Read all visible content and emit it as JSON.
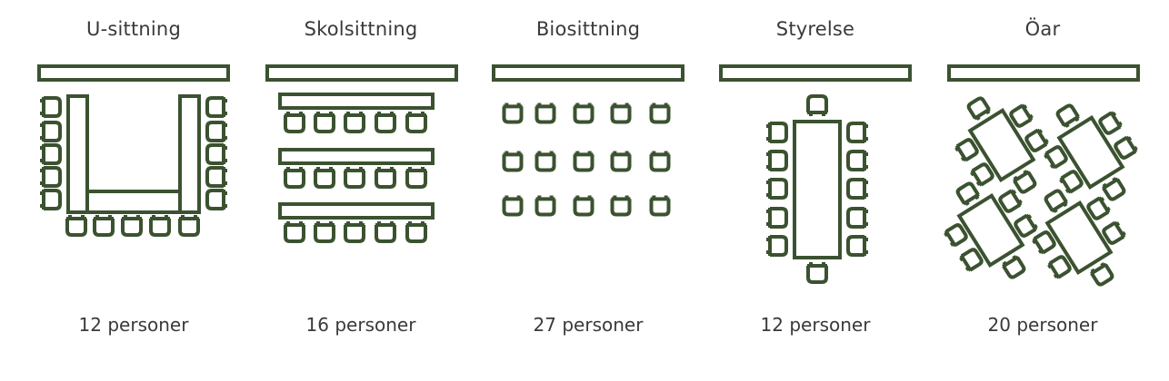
{
  "layouts": [
    {
      "title": "U-sittning",
      "count": "12 personer"
    },
    {
      "title": "Skolsittning",
      "count": "16 personer"
    },
    {
      "title": "Biosittning",
      "count": "27 personer"
    },
    {
      "title": "Styrelse",
      "count": "12 personer"
    },
    {
      "title": "Öar",
      "count": "20 personer"
    }
  ],
  "colors": {
    "stroke": "#3b5230",
    "text": "#3a3a3a",
    "background": "#ffffff"
  }
}
